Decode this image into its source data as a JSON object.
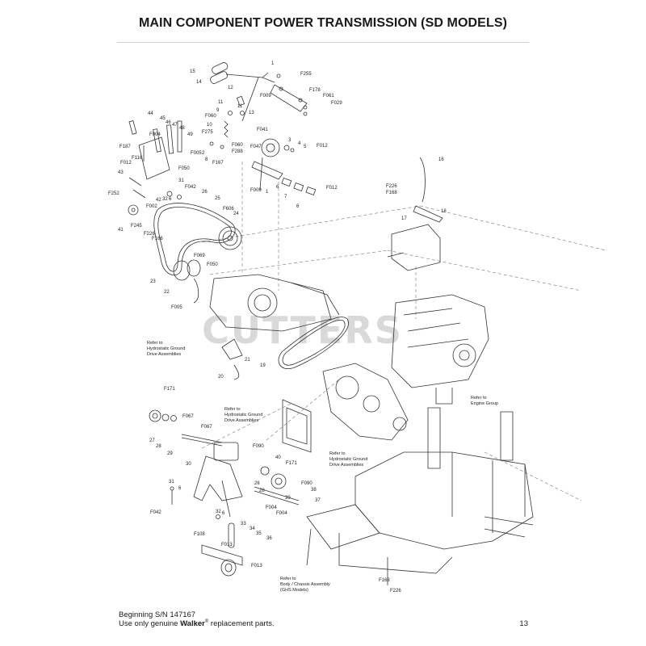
{
  "page": {
    "title": "MAIN COMPONENT POWER TRANSMISSION (SD MODELS)",
    "watermark": "CUTTERS",
    "serial_note": "Beginning S/N 147167",
    "usage_prefix": "Use only genuine ",
    "usage_brand": "Walker",
    "usage_reg": "®",
    "usage_suffix": " replacement parts.",
    "page_number": "13"
  },
  "notes": {
    "hydro_1": [
      "Refer to",
      "Hydrostatic Ground",
      "Drive Assemblies"
    ],
    "hydro_2": [
      "Refer to",
      "Hydrostatic Ground",
      "Drive Assemblies"
    ],
    "hydro_3": [
      "Refer to",
      "Hydrostatic Ground",
      "Drive Assemblies"
    ],
    "engine": [
      "Refer to",
      "Engine Group"
    ],
    "body": [
      "Refer to",
      "Body / Chassis Assembly",
      "(GHS Models)"
    ]
  },
  "labels": [
    {
      "t": "15"
    },
    {
      "t": "14"
    },
    {
      "t": "1"
    },
    {
      "t": "F255"
    },
    {
      "t": "12"
    },
    {
      "t": "F009"
    },
    {
      "t": "F178"
    },
    {
      "t": "F061"
    },
    {
      "t": "F029"
    },
    {
      "t": "11"
    },
    {
      "t": "9"
    },
    {
      "t": "11"
    },
    {
      "t": "13"
    },
    {
      "t": "F060"
    },
    {
      "t": "10"
    },
    {
      "t": "44"
    },
    {
      "t": "45"
    },
    {
      "t": "46"
    },
    {
      "t": "47"
    },
    {
      "t": "48"
    },
    {
      "t": "F004"
    },
    {
      "t": "49"
    },
    {
      "t": "F275"
    },
    {
      "t": "F041"
    },
    {
      "t": "3"
    },
    {
      "t": "4"
    },
    {
      "t": "5"
    },
    {
      "t": "F012"
    },
    {
      "t": "F187"
    },
    {
      "t": "F060"
    },
    {
      "t": "F288"
    },
    {
      "t": "F047"
    },
    {
      "t": "F116"
    },
    {
      "t": "F005"
    },
    {
      "t": "2"
    },
    {
      "t": "8"
    },
    {
      "t": "F167"
    },
    {
      "t": "F012"
    },
    {
      "t": "F050"
    },
    {
      "t": "43"
    },
    {
      "t": "31"
    },
    {
      "t": "F042"
    },
    {
      "t": "F009"
    },
    {
      "t": "1"
    },
    {
      "t": "6"
    },
    {
      "t": "7"
    },
    {
      "t": "F012"
    },
    {
      "t": "6"
    },
    {
      "t": "F252"
    },
    {
      "t": "42"
    },
    {
      "t": "32"
    },
    {
      "t": "6"
    },
    {
      "t": "26"
    },
    {
      "t": "F002"
    },
    {
      "t": "25"
    },
    {
      "t": "F606"
    },
    {
      "t": "24"
    },
    {
      "t": "41"
    },
    {
      "t": "F245"
    },
    {
      "t": "F226"
    },
    {
      "t": "F166"
    },
    {
      "t": "16"
    },
    {
      "t": "F226"
    },
    {
      "t": "F168"
    },
    {
      "t": "18"
    },
    {
      "t": "17"
    },
    {
      "t": "F069"
    },
    {
      "t": "F050"
    },
    {
      "t": "23"
    },
    {
      "t": "22"
    },
    {
      "t": "F005"
    },
    {
      "t": "21"
    },
    {
      "t": "19"
    },
    {
      "t": "20"
    },
    {
      "t": "F171"
    },
    {
      "t": "F067"
    },
    {
      "t": "F067"
    },
    {
      "t": "27"
    },
    {
      "t": "28"
    },
    {
      "t": "29"
    },
    {
      "t": "F090"
    },
    {
      "t": "40"
    },
    {
      "t": "30"
    },
    {
      "t": "F171"
    },
    {
      "t": "26"
    },
    {
      "t": "28"
    },
    {
      "t": "F090"
    },
    {
      "t": "38"
    },
    {
      "t": "39"
    },
    {
      "t": "37"
    },
    {
      "t": "31"
    },
    {
      "t": "6"
    },
    {
      "t": "F004"
    },
    {
      "t": "F004"
    },
    {
      "t": "F042"
    },
    {
      "t": "32"
    },
    {
      "t": "6"
    },
    {
      "t": "33"
    },
    {
      "t": "34"
    },
    {
      "t": "F108"
    },
    {
      "t": "35"
    },
    {
      "t": "36"
    },
    {
      "t": "F013"
    },
    {
      "t": "F013"
    },
    {
      "t": "F168"
    },
    {
      "t": "F226"
    }
  ]
}
